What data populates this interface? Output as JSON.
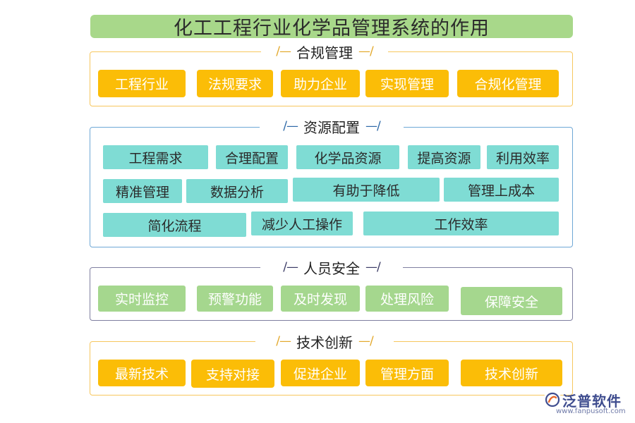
{
  "title": "化工工程行业化学品管理系统的作用",
  "sections": [
    {
      "heading": "合规管理",
      "items": [
        "工程行业",
        "法规要求",
        "助力企业",
        "实现管理",
        "合规化管理"
      ]
    },
    {
      "heading": "资源配置",
      "items": [
        "工程需求",
        "合理配置",
        "化学品资源",
        "提高资源",
        "利用效率",
        "精准管理",
        "数据分析",
        "有助于降低",
        "管理上成本",
        "简化流程",
        "减少人工操作",
        "工作效率"
      ]
    },
    {
      "heading": "人员安全",
      "items": [
        "实时监控",
        "预警功能",
        "及时发现",
        "处理风险",
        "保障安全"
      ]
    },
    {
      "heading": "技术创新",
      "items": [
        "最新技术",
        "支持对接",
        "促进企业",
        "管理方面",
        "技术创新"
      ]
    }
  ],
  "decor": {
    "left": "/—",
    "right": "—/"
  },
  "watermark": {
    "name": "泛普软件",
    "url": "www.fanpusoft.com"
  },
  "colors": {
    "title_bg": "#a8d88a",
    "orange": "#fbbd07",
    "teal": "#7fdcd4",
    "green": "#a5d78e",
    "frame_orange": "#f7c75e",
    "frame_blue": "#6fa8d6",
    "frame_purple": "#7f7fa0"
  }
}
